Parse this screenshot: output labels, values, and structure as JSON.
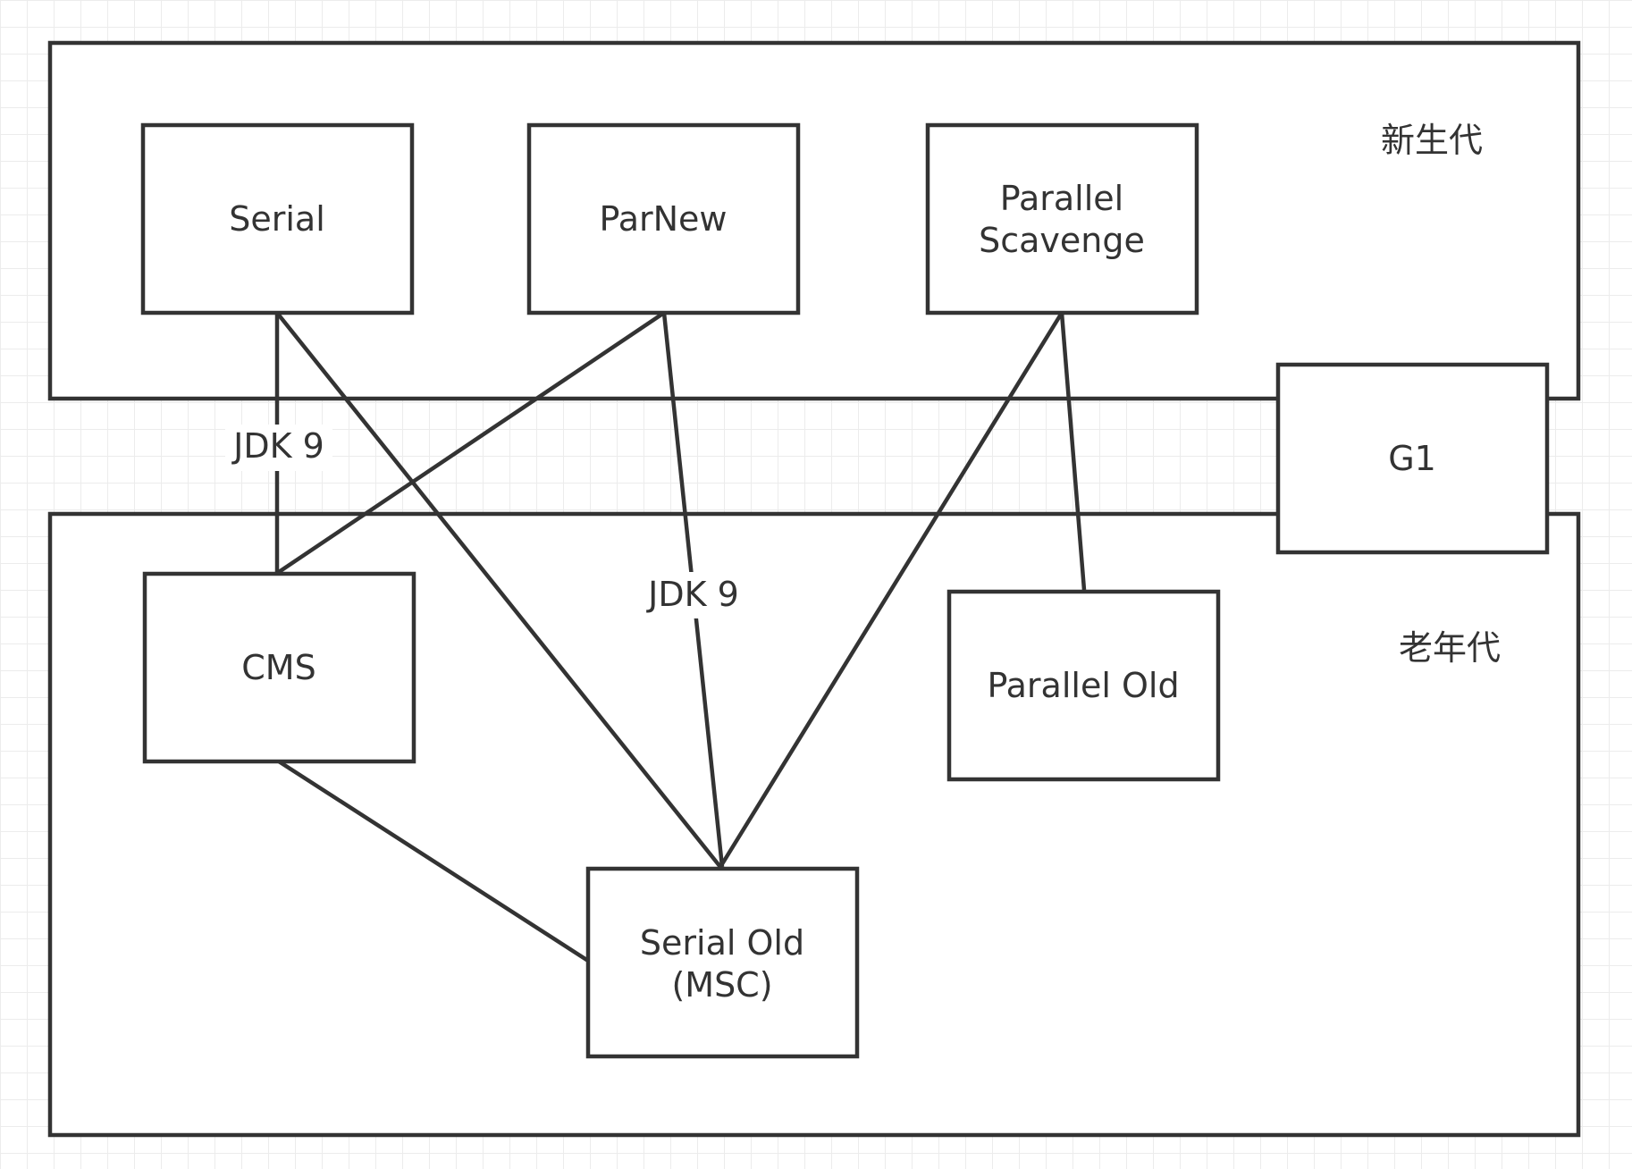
{
  "regions": {
    "young": "新生代",
    "old": "老年代"
  },
  "nodes": {
    "serial": [
      "Serial"
    ],
    "parnew": [
      "ParNew"
    ],
    "parallel_scavenge": [
      "Parallel",
      "Scavenge"
    ],
    "g1": [
      "G1"
    ],
    "cms": [
      "CMS"
    ],
    "parallel_old": [
      "Parallel Old"
    ],
    "serial_old": [
      "Serial Old",
      "(MSC)"
    ]
  },
  "edge_labels": {
    "serial_cms": "JDK 9",
    "parnew_serial_old": "JDK 9"
  },
  "colors": {
    "stroke": "#333333",
    "text": "#333333",
    "grid": "#ececec",
    "fill": "#ffffff"
  }
}
